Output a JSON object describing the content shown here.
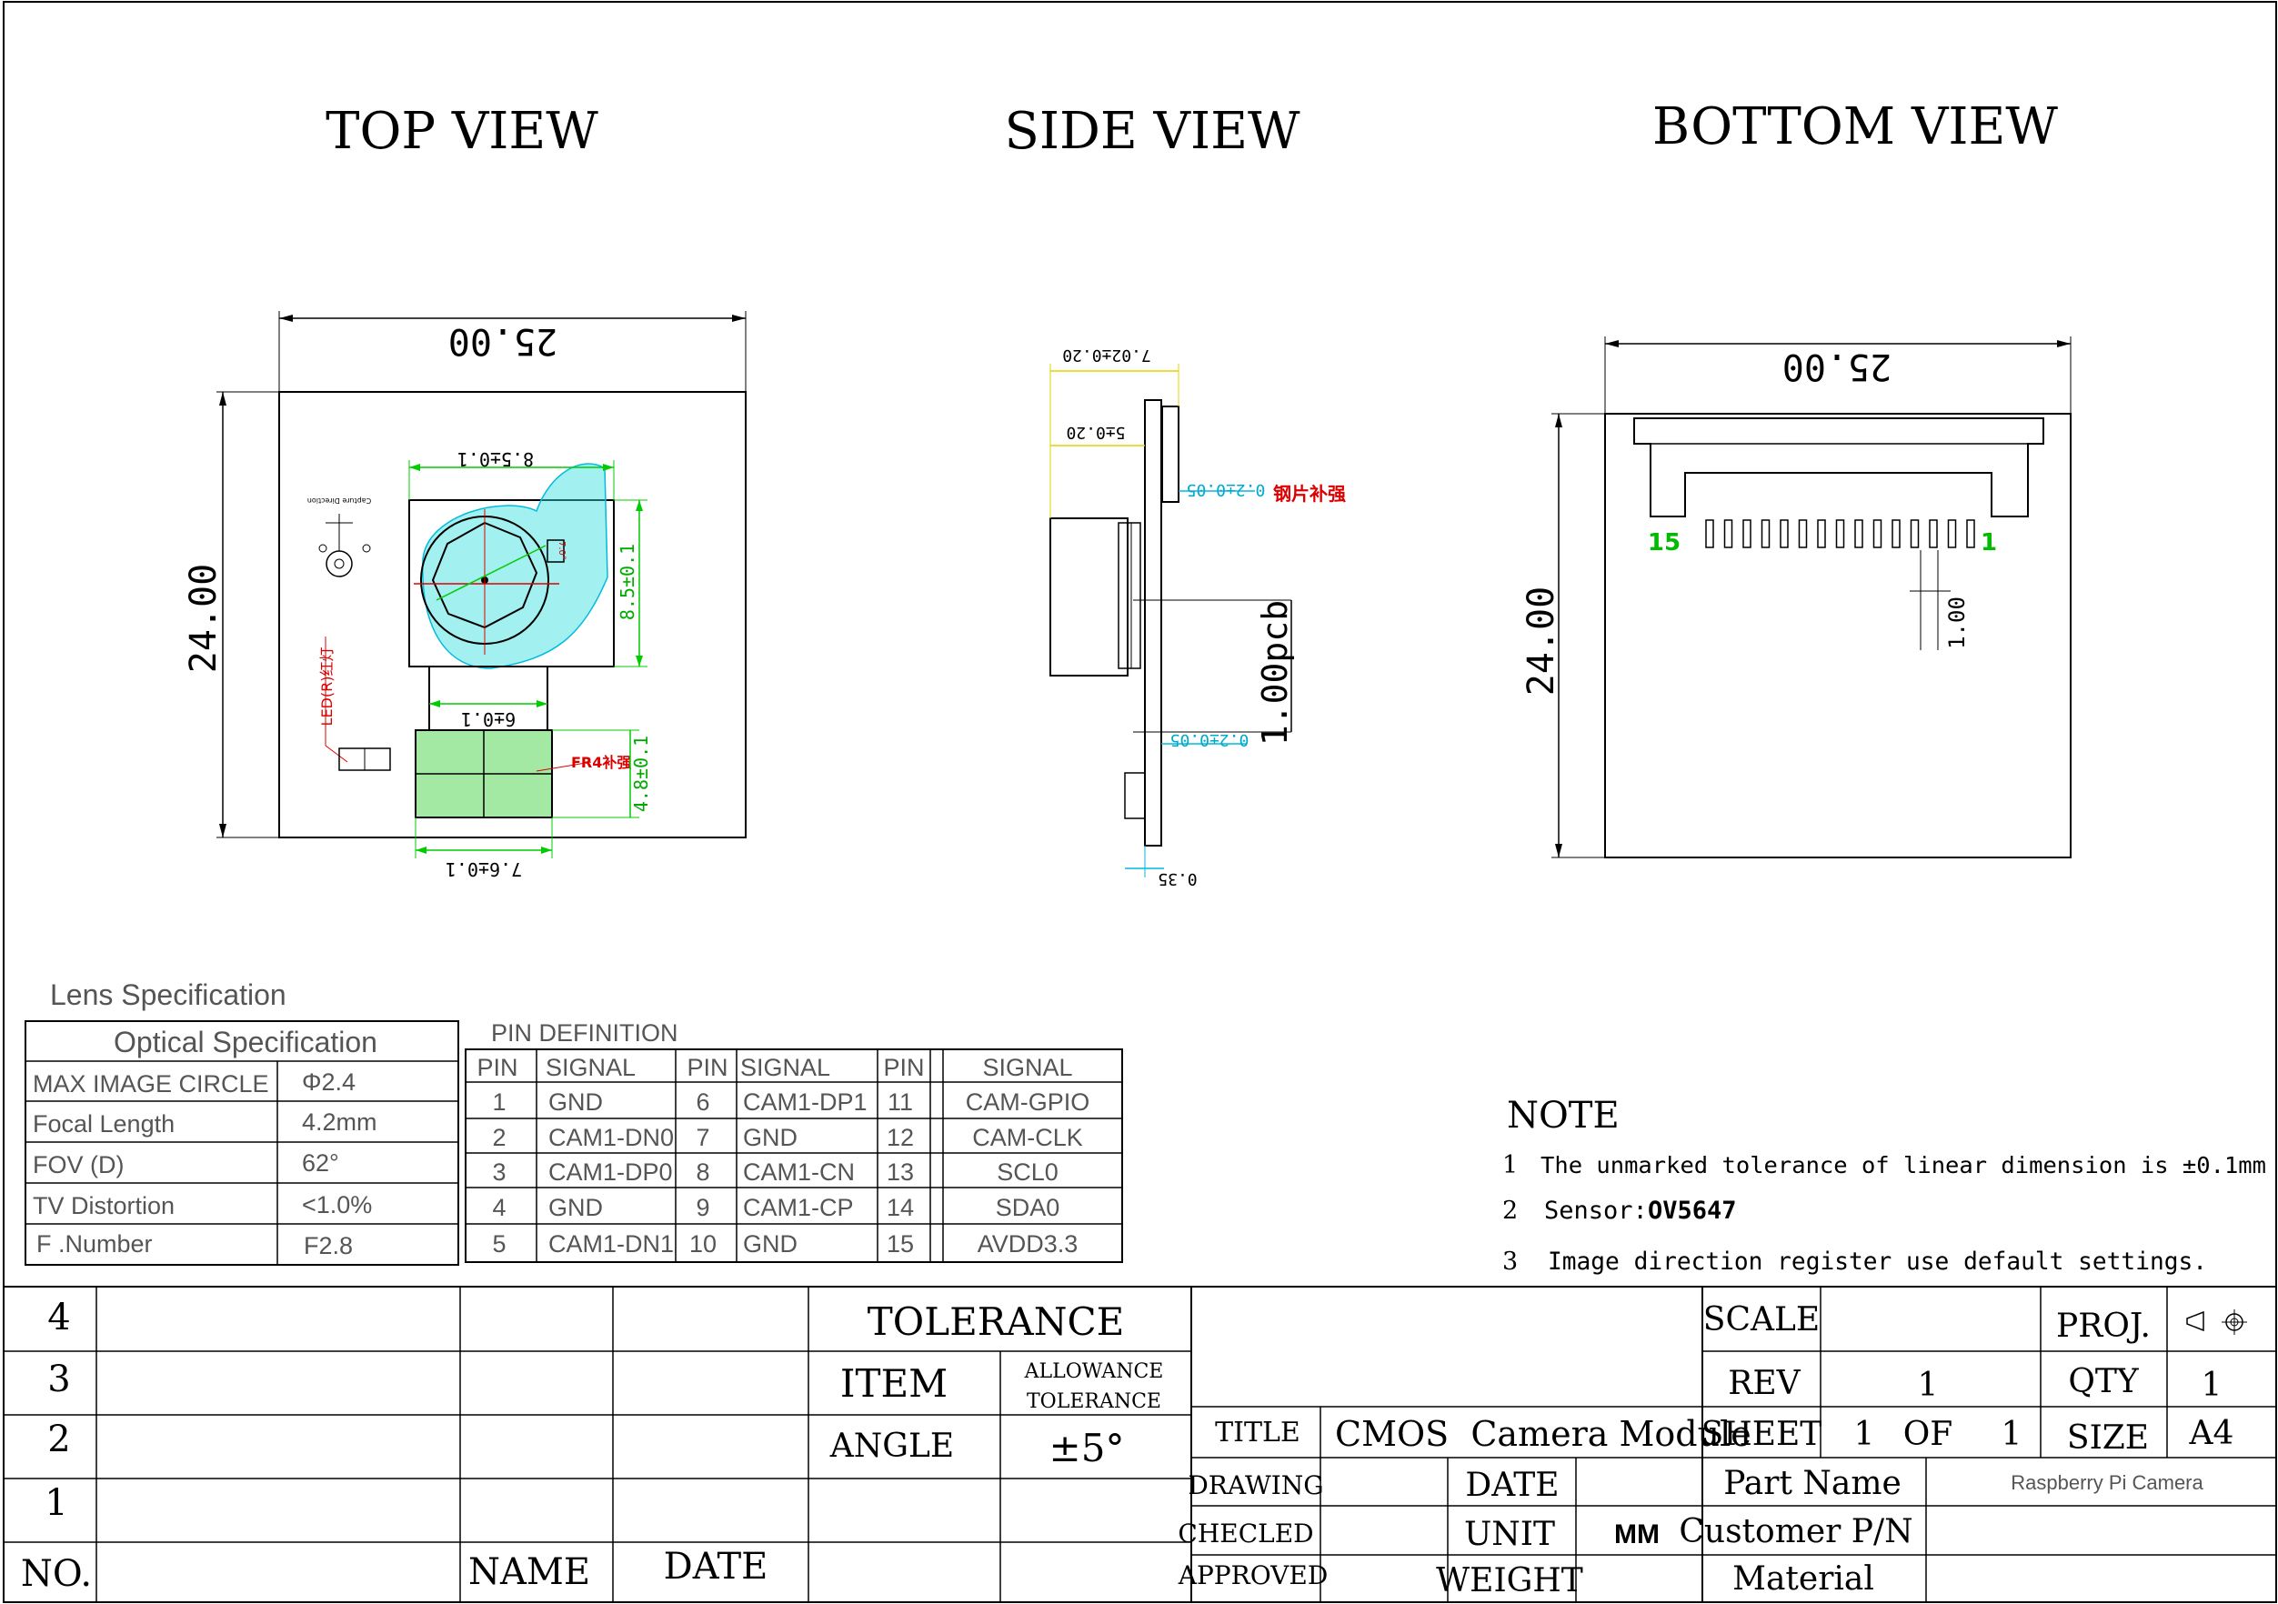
{
  "views": {
    "top": {
      "title": "TOP VIEW",
      "width_dim": "25.00",
      "height_dim": "24.00",
      "lens_width_dim": "8.5±0.1",
      "lens_height_dim": "8.5±0.1",
      "neck_dim": "6±0.1",
      "fr4_height_dim": "4.8±0.1",
      "fr4_width_dim": "7.6±0.1",
      "capture_label": "Capture Direction",
      "led_label": "LED(R)红灯",
      "fr4_label": "FR4补强",
      "angle_label": "7.0°"
    },
    "side": {
      "title": "SIDE VIEW",
      "total_height_dim": "7.02±0.20",
      "lens_height_dim": "5±0.20",
      "steel_dim": "0.2±0.05",
      "steel_label": "钢片补强",
      "pcb_label": "1.00pcb",
      "fr4_dim": "0.2±0.05",
      "bottom_dim": "0.35"
    },
    "bottom": {
      "title": "BOTTOM VIEW",
      "width_dim": "25.00",
      "height_dim": "24.00",
      "pin_first": "15",
      "pin_last": "1",
      "pitch_dim": "1.00"
    }
  },
  "lens_spec": {
    "caption": "Lens Specification",
    "header": "Optical Specification",
    "rows": [
      {
        "label": "MAX IMAGE CIRCLE",
        "value": "Φ2.4"
      },
      {
        "label": "Focal Length",
        "value": "4.2mm"
      },
      {
        "label": "FOV (D)",
        "value": "62°"
      },
      {
        "label": "TV Distortion",
        "value": "<1.0%"
      },
      {
        "label": "F .Number",
        "value": "F2.8"
      }
    ]
  },
  "pin_def": {
    "caption": "PIN DEFINITION",
    "headers": [
      "PIN",
      "SIGNAL",
      "PIN",
      "SIGNAL",
      "PIN",
      "SIGNAL"
    ],
    "rows": [
      [
        "1",
        "GND",
        "6",
        "CAM1-DP1",
        "11",
        "CAM-GPIO"
      ],
      [
        "2",
        "CAM1-DN0",
        "7",
        "GND",
        "12",
        "CAM-CLK"
      ],
      [
        "3",
        "CAM1-DP0",
        "8",
        "CAM1-CN",
        "13",
        "SCL0"
      ],
      [
        "4",
        "GND",
        "9",
        "CAM1-CP",
        "14",
        "SDA0"
      ],
      [
        "5",
        "CAM1-DN1",
        "10",
        "GND",
        "15",
        "AVDD3.3"
      ]
    ]
  },
  "notes": {
    "heading": "NOTE",
    "items": [
      {
        "num": "1",
        "text": "The unmarked tolerance of linear dimension is ±0.1mm",
        "bold": ""
      },
      {
        "num": "2",
        "text": "Sensor:",
        "bold": "OV5647"
      },
      {
        "num": "3",
        "text": "Image direction register use default settings.",
        "bold": ""
      }
    ]
  },
  "revision_block": {
    "rows": [
      "4",
      "3",
      "2",
      "1"
    ],
    "no_label": "NO.",
    "name_label": "NAME",
    "date_label": "DATE"
  },
  "tolerance_block": {
    "title": "TOLERANCE",
    "item_label": "ITEM",
    "allowance_line1": "ALLOWANCE",
    "allowance_line2": "TOLERANCE",
    "angle_label": "ANGLE",
    "angle_value": "±5°"
  },
  "title_block": {
    "scale_label": "SCALE",
    "proj_label": "PROJ.",
    "rev_label": "REV",
    "rev_value": "1",
    "qty_label": "QTY",
    "qty_value": "1",
    "title_label": "TITLE",
    "title_value": "CMOS  Camera Module",
    "sheet_label": "SHEET",
    "sheet_num": "1",
    "sheet_of": "OF",
    "sheet_total": "1",
    "size_label": "SIZE",
    "size_value": "A4",
    "drawing_label": "DRAWING",
    "date_label": "DATE",
    "part_name_label": "Part Name",
    "part_name_value": "Raspberry Pi Camera",
    "checked_label": "CHECLED",
    "unit_label": "UNIT",
    "unit_value": "MM",
    "customer_pn_label": "Customer P/N",
    "approved_label": "APPROVED",
    "weight_label": "WEIGHT",
    "material_label": "Material"
  },
  "colors": {
    "line": "#000000",
    "dimension_green": "#00cc00",
    "lens_fill": "#33dddd",
    "fr4_fill": "#33cc33",
    "dimension_cyan": "#00bbdd",
    "dimension_yellow": "#e6d000",
    "annotation_red": "#dd0000"
  }
}
